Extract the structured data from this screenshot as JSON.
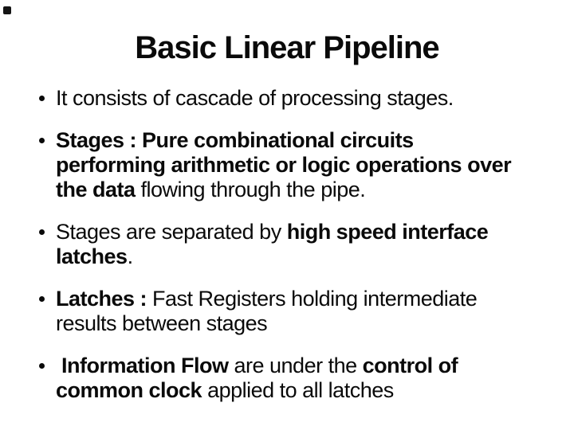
{
  "slide": {
    "title": "Basic Linear Pipeline",
    "background_color": "#ffffff",
    "text_color": "#0a0a0a",
    "corner_mark_color": "#141414",
    "bullets": [
      {
        "lines": [
          [
            {
              "text": "It consists of cascade of processing stages.",
              "bold": false
            }
          ]
        ]
      },
      {
        "lines": [
          [
            {
              "text": "Stages : Pure combinational circuits",
              "bold": true
            }
          ],
          [
            {
              "text": "performing arithmetic or logic operations over",
              "bold": true
            }
          ],
          [
            {
              "text": "the data",
              "bold": true
            },
            {
              "text": " flowing through the pipe.",
              "bold": false
            }
          ]
        ]
      },
      {
        "lines": [
          [
            {
              "text": "Stages are separated by ",
              "bold": false
            },
            {
              "text": "high speed interface",
              "bold": true
            }
          ],
          [
            {
              "text": "latches",
              "bold": true
            },
            {
              "text": ".",
              "bold": false
            }
          ]
        ]
      },
      {
        "lines": [
          [
            {
              "text": "Latches :",
              "bold": true
            },
            {
              "text": " Fast Registers holding intermediate",
              "bold": false
            }
          ],
          [
            {
              "text": "results between stages",
              "bold": false
            }
          ]
        ]
      },
      {
        "lines": [
          [
            {
              "text": " ",
              "bold": false
            },
            {
              "text": "Information Flow",
              "bold": true
            },
            {
              "text": " are under the ",
              "bold": false
            },
            {
              "text": "control of",
              "bold": true
            }
          ],
          [
            {
              "text": "common clock",
              "bold": true
            },
            {
              "text": " applied to all latches",
              "bold": false
            }
          ]
        ]
      }
    ]
  }
}
